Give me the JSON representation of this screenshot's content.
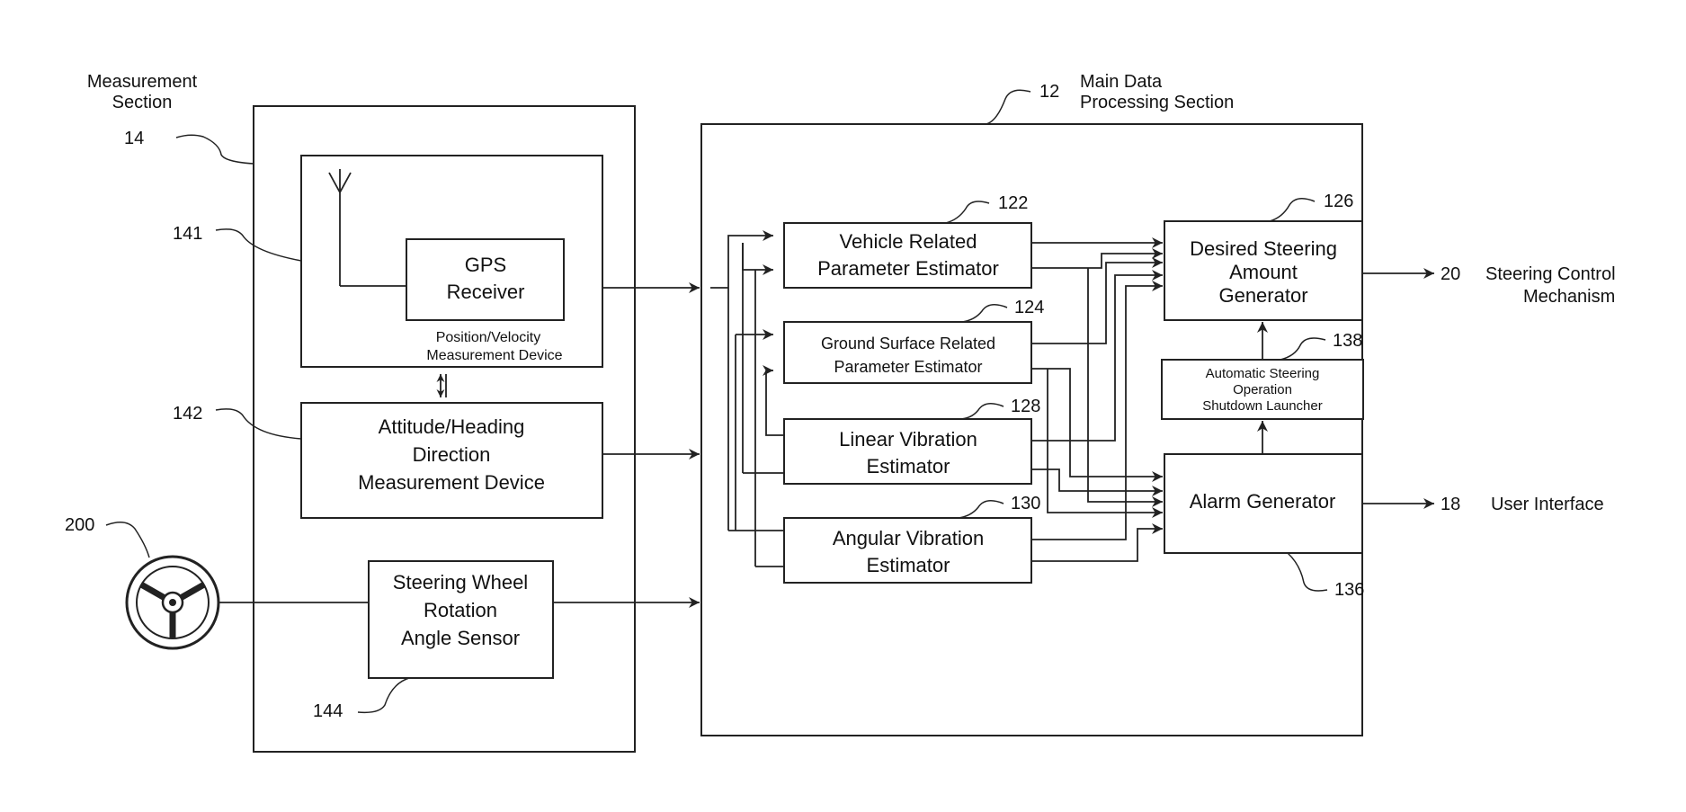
{
  "measurement_section": {
    "title_line1": "Measurement",
    "title_line2": "Section",
    "ref": "14"
  },
  "main_section": {
    "ref": "12",
    "title_line1": "Main Data",
    "title_line2": "Processing Section"
  },
  "position_device": {
    "ref": "141",
    "gps_line1": "GPS",
    "gps_line2": "Receiver",
    "label_line1": "Position/Velocity",
    "label_line2": "Measurement Device"
  },
  "attitude_device": {
    "ref": "142",
    "line1": "Attitude/Heading",
    "line2": "Direction",
    "line3": "Measurement  Device"
  },
  "steering_wheel": {
    "ref": "200"
  },
  "steering_sensor": {
    "ref": "144",
    "line1": "Steering Wheel",
    "line2": "Rotation",
    "line3": "Angle Sensor"
  },
  "vehicle_estimator": {
    "ref": "122",
    "line1": "Vehicle Related",
    "line2": "Parameter Estimator"
  },
  "ground_estimator": {
    "ref": "124",
    "line1": "Ground Surface Related",
    "line2": "Parameter Estimator"
  },
  "linear_estimator": {
    "ref": "128",
    "line1": "Linear Vibration",
    "line2": "Estimator"
  },
  "angular_estimator": {
    "ref": "130",
    "line1": "Angular Vibration",
    "line2": "Estimator"
  },
  "desired_generator": {
    "ref": "126",
    "line1": "Desired Steering",
    "line2": "Amount",
    "line3": "Generator"
  },
  "shutdown_launcher": {
    "ref": "138",
    "line1": "Automatic Steering",
    "line2": "Operation",
    "line3": "Shutdown Launcher"
  },
  "alarm_generator": {
    "ref": "136",
    "label": "Alarm Generator"
  },
  "steering_control": {
    "ref": "20",
    "line1": "Steering Control",
    "line2": "Mechanism"
  },
  "user_interface": {
    "ref": "18",
    "label": "User Interface"
  }
}
